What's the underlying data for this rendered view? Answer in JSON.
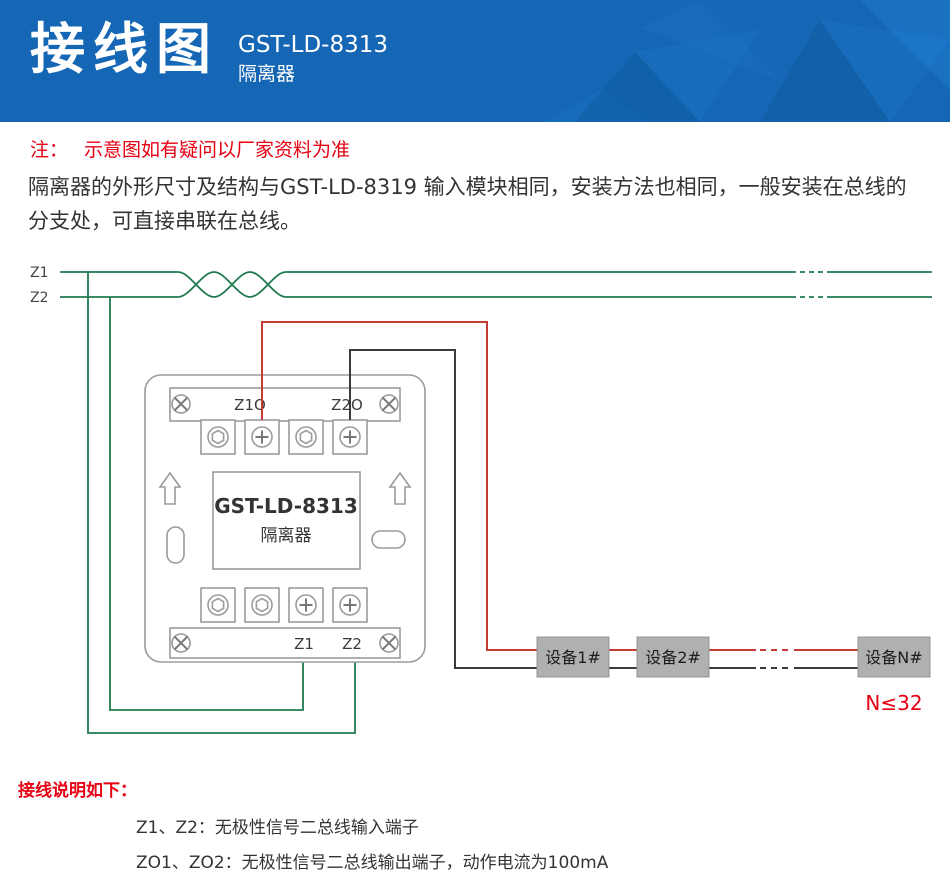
{
  "header": {
    "title": "接线图",
    "model": "GST-LD-8313",
    "subtitle": "隔离器"
  },
  "note": {
    "label": "注：",
    "text": "示意图如有疑问以厂家资料为准"
  },
  "description": "隔离器的外形尺寸及结构与GST-LD-8319 输入模块相同，安装方法也相同，一般安装在总线的分支处，可直接串联在总线。",
  "diagram": {
    "bus": {
      "z1_label": "Z1",
      "z2_label": "Z2"
    },
    "module": {
      "terminal_top_left": "Z1O",
      "terminal_top_right": "Z2O",
      "model": "GST-LD-8313",
      "name": "隔离器",
      "terminal_bottom_left": "Z1",
      "terminal_bottom_right": "Z2"
    },
    "devices": [
      {
        "label": "设备1#"
      },
      {
        "label": "设备2#"
      },
      {
        "label": "设备N#"
      }
    ],
    "device_limit": "N≤32"
  },
  "footer": {
    "title": "接线说明如下：",
    "lines": [
      "Z1、Z2：无极性信号二总线输入端子",
      "ZO1、ZO2：无极性信号二总线输出端子，动作电流为100mA"
    ]
  },
  "colors": {
    "header-blue": "#1567b5",
    "accent-red": "#e60012",
    "wire-green": "#1e7a4f",
    "wire-red": "#c23b35",
    "wire-black": "#3a3a3a",
    "device-gray": "#b0b0b0",
    "outline-gray": "#9b9b9b",
    "text-dark": "#333333"
  }
}
